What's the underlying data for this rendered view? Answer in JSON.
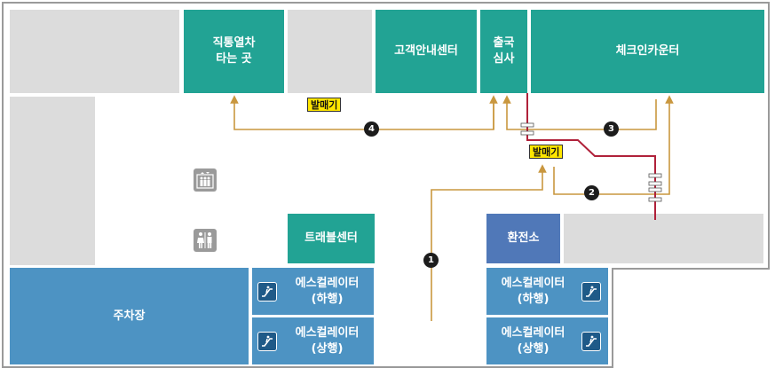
{
  "areas": {
    "express_train": "직통열차\n타는 곳",
    "customer_center": "고객안내센터",
    "immigration": "출국\n심사",
    "checkin_counter": "체크인카운터",
    "travel_center": "트래블센터",
    "exchange": "환전소",
    "parking": "주차장",
    "escalator_down_left": "에스컬레이터\n(하행)",
    "escalator_up_left": "에스컬레이터\n(상행)",
    "escalator_down_right": "에스컬레이터\n(하행)",
    "escalator_up_right": "에스컬레이터\n(상행)"
  },
  "ticket_machines": [
    "발매기",
    "발매기"
  ],
  "route_numbers": [
    "1",
    "2",
    "3",
    "4"
  ],
  "icons": {
    "elevator": "elevator-icon",
    "restroom": "restroom-icon",
    "escalator": "escalator-icon"
  },
  "colors": {
    "teal": "#22a394",
    "blue": "#4d93c3",
    "navy": "#5078b8",
    "gray": "#dcdcdc",
    "route": "#c9973f",
    "barrier": "#b0213a",
    "ticket": "#ffe600"
  }
}
